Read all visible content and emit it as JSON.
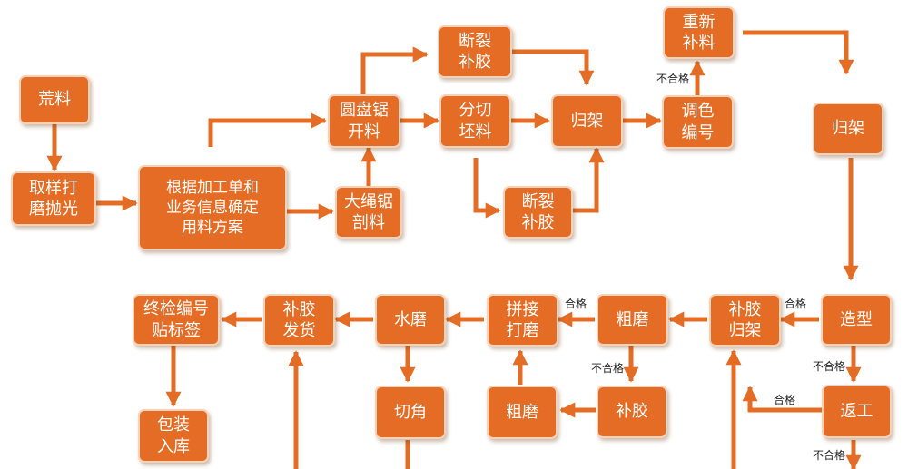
{
  "colors": {
    "node_fill": "#e46c25",
    "node_border": "#f6d2b9",
    "arrow": "#e46c25"
  },
  "nodes": {
    "raw": "荒料",
    "sample": "取样打\n磨抛光",
    "plan": "根据加工单和\n业务信息确定\n用料方案",
    "wire_saw": "大绳锯\n剖料",
    "disc_saw": "圆盘锯\n开料",
    "break_top": "断裂\n补胶",
    "split": "分切\n坯料",
    "break_bottom": "断裂\n补胶",
    "rack1": "归架",
    "tone": "调色\n编号",
    "rebind": "重新\n补料",
    "rack2": "归架",
    "shape": "造型",
    "glue_rack": "补胶\n归架",
    "rough1": "粗磨",
    "splice": "拼接\n打磨",
    "water": "水磨",
    "glue_ship": "补胶\n发货",
    "final": "终检编号\n贴标签",
    "pack": "包装\n入库",
    "cut": "切角",
    "rough2": "粗磨",
    "glue": "补胶",
    "rework": "返工"
  },
  "labels": {
    "fail_tone": "不合格",
    "pass_shape": "合格",
    "pass_rough": "合格",
    "fail_rough": "不合格",
    "fail_shape": "不合格",
    "pass_rework": "合格",
    "fail_rework": "不合格"
  }
}
